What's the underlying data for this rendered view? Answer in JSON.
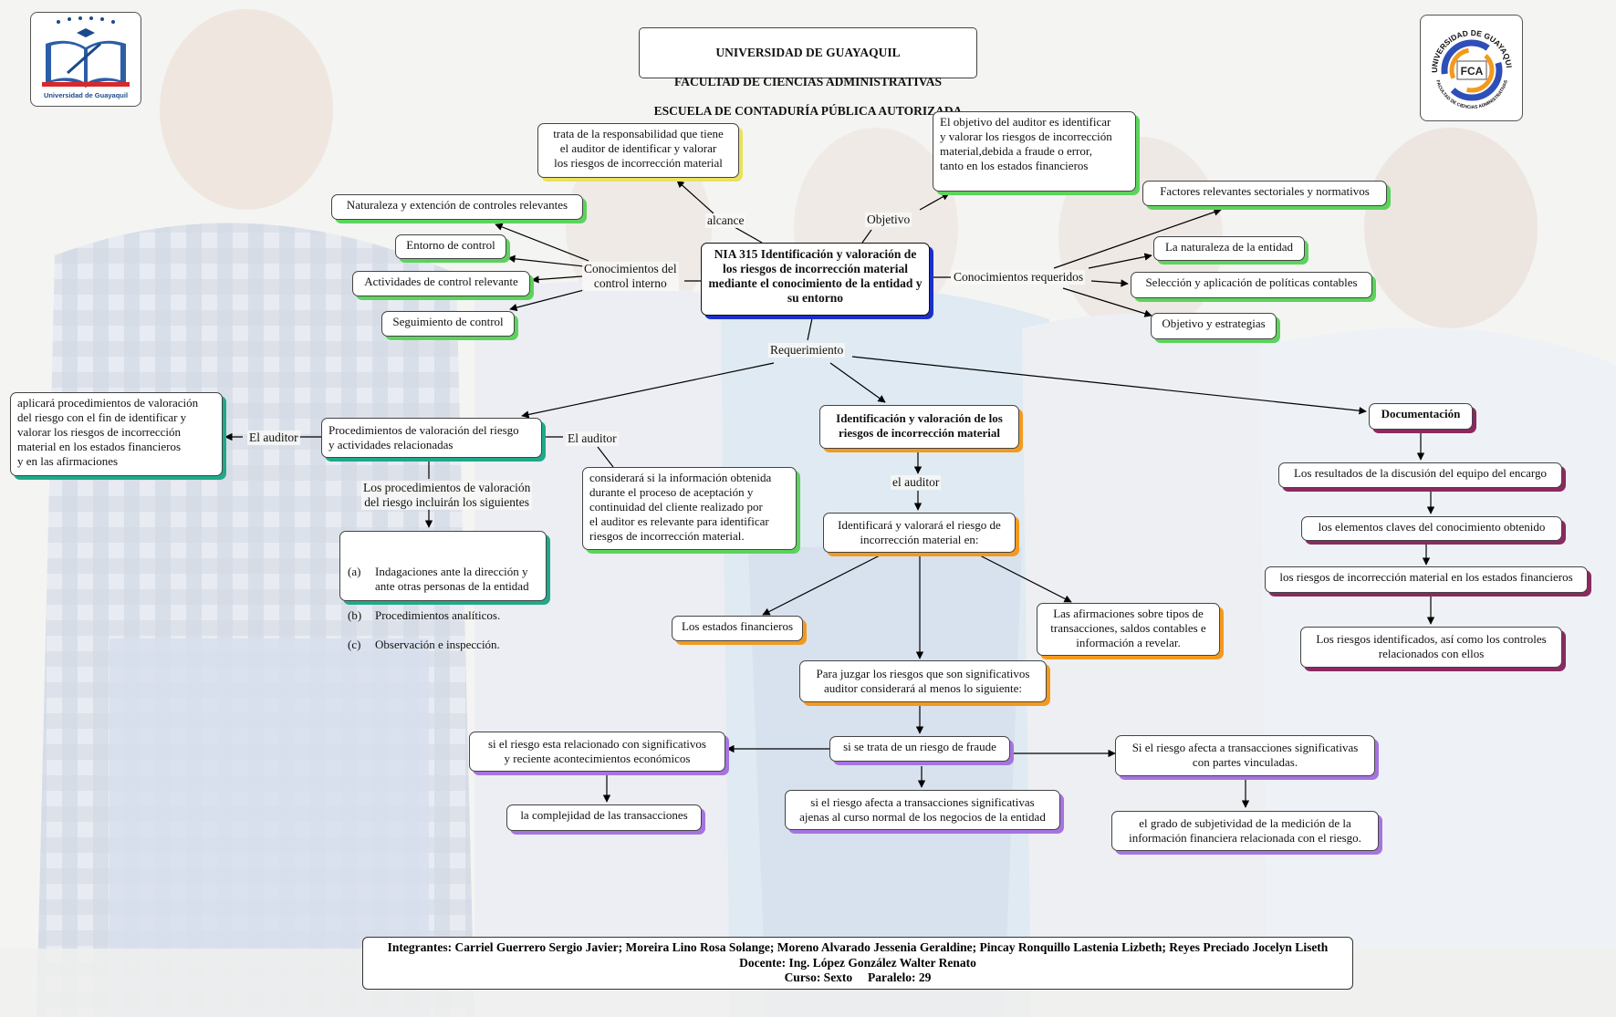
{
  "header": {
    "lines": [
      "UNIVERSIDAD DE GUAYAQUIL",
      "FACULTAD DE CIENCIAS ADMINISTRATIVAS",
      "ESCUELA DE CONTADURÍA PÚBLICA AUTORIZADA"
    ]
  },
  "logos": {
    "left_caption": "Universidad de Guayaquil",
    "right_ring_top": "UNIVERSIDAD DE GUAYAQUIL",
    "right_ring_bottom": "FACULTAD DE CIENCIAS ADMINISTRATIVAS",
    "right_center": "FCA"
  },
  "colors": {
    "green": "#5cd35c",
    "yellow": "#e9e25a",
    "teal": "#1fa98a",
    "orange": "#f39a1d",
    "maroon": "#8b2a60",
    "violet": "#a574df",
    "blue": "#1c2fc9"
  },
  "central": "NIA 315 Identificación y valoración de los riesgos de incorrección material mediante el conocimiento de la entidad y su entorno",
  "labels": {
    "alcance": "alcance",
    "objetivo": "Objetivo",
    "conoc_control": "Conocimientos del\ncontrol interno",
    "conoc_requeridos": "Conocimientos requeridos",
    "requerimiento": "Requerimiento",
    "auditor_left": "El auditor",
    "auditor_right": "El auditor",
    "procedimientos_incluiran": "Los procedimientos de valoración\ndel riesgo incluirán los siguientes",
    "el_auditor_mid": "el auditor"
  },
  "nodes": {
    "alcance_text": "trata de la responsabilidad que tiene\nel auditor de identificar y valorar\nlos riesgos de incorrección material",
    "objetivo_text": "El objetivo del auditor es identificar\ny valorar los riesgos de incorrección\nmaterial,debida a fraude o error,\ntanto en los estados financieros",
    "ci_1": "Naturaleza y extención de controles relevantes",
    "ci_2": "Entorno de control",
    "ci_3": "Actividades de control relevante",
    "ci_4": "Seguimiento de control",
    "cr_1": "Factores relevantes sectoriales y normativos",
    "cr_2": "La naturaleza de la entidad",
    "cr_3": "Selección y aplicación de políticas contables",
    "cr_4": "Objetivo y estrategias",
    "aplicara": "aplicará procedimientos de valoración\ndel riesgo con el fin de identificar y\nvalorar los riesgos de incorrección\nmaterial en los estados financieros\ny en las afirmaciones",
    "procedimientos": "Procedimientos de valoración del riesgo\ny actividades relacionadas",
    "considerara": "considerará si la información obtenida\ndurante el proceso de aceptación y\ncontinuidad del cliente realizado por\nel auditor es relevante para identificar\nriesgos de incorrección material.",
    "identificacion": "Identificación y valoración  de los\nriesgos de incorrección material",
    "identificara": "Identificará y valorará el riesgo de\nincorrección material en:",
    "estados": "Los estados financieros",
    "afirmaciones": "Las afirmaciones sobre tipos de\ntransacciones, saldos contables e\ninformación a revelar.",
    "para_juzgar": "Para juzgar los riesgos que son significativos\nauditor considerará al menos lo siguiente:",
    "fraude": "si se trata de un riesgo de fraude",
    "economicos": "si el riesgo esta relacionado con significativos\ny reciente acontecimientos económicos",
    "complejidad": "la complejidad de las transacciones",
    "ajenas": "si el riesgo afecta a transacciones significativas\najenas al curso normal de los negocios de la entidad",
    "vinculadas": "Si el riesgo afecta a transacciones significativas\ncon partes vinculadas.",
    "subjetividad": "el grado de subjetividad de la medición de la\ninformación financiera relacionada con el riesgo.",
    "documentacion": "Documentación",
    "doc_1": "Los resultados de la discusión del equipo del encargo",
    "doc_2": "los elementos claves del conocimiento obtenido",
    "doc_3": "los riesgos de incorrección material en los estados financieros",
    "doc_4": "Los riesgos identificados, así como los controles\nrelacionados con ellos"
  },
  "criteria": [
    {
      "mark": "(a)",
      "text": "Indagaciones ante la dirección y ante otras personas de la entidad"
    },
    {
      "mark": "(b)",
      "text": "Procedimientos analíticos."
    },
    {
      "mark": "(c)",
      "text": "Observación e inspección."
    }
  ],
  "footer": {
    "integrantes": "Integrantes: Carriel Guerrero Sergio Javier; Moreira Lino Rosa Solange; Moreno Alvarado Jessenia Geraldine; Pincay Ronquillo Lastenia Lizbeth; Reyes Preciado Jocelyn Liseth",
    "docente": "Docente: Ing. López González Walter Renato",
    "curso": "Curso: Sexto     Paralelo: 29"
  }
}
